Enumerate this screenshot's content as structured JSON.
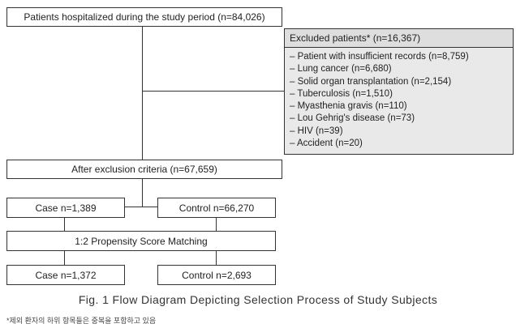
{
  "boxes": {
    "hospitalized": "Patients hospitalized during the study period (n=84,026)",
    "excluded_title": "Excluded patients* (n=16,367)",
    "excluded_items": [
      "– Patient with insufficient records (n=8,759)",
      "– Lung cancer (n=6,680)",
      "– Solid organ transplantation (n=2,154)",
      "– Tuberculosis (n=1,510)",
      "– Myasthenia gravis (n=110)",
      "– Lou Gehrig's disease (n=73)",
      "– HIV (n=39)",
      "– Accident (n=20)"
    ],
    "after_exclusion": "After exclusion criteria (n=67,659)",
    "case_before": "Case n=1,389",
    "control_before": "Control n=66,270",
    "matching": "1:2 Propensity Score Matching",
    "case_after": "Case n=1,372",
    "control_after": "Control n=2,693"
  },
  "caption": "Fig. 1 Flow Diagram Depicting Selection Process of Study Subjects",
  "footnote": "*제외 환자의 하위 항목들은 중복을 포함하고 있음"
}
